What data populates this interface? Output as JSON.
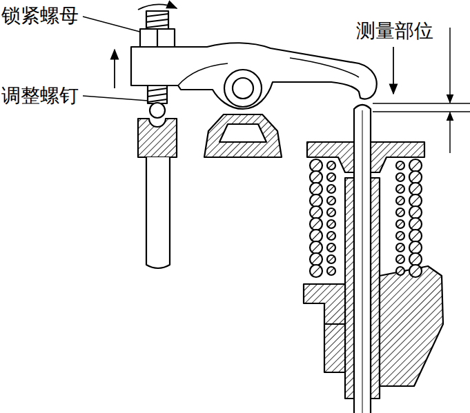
{
  "diagram": {
    "labels": [
      "锁紧螺母",
      "调整螺钉",
      "测量部位"
    ]
  }
}
